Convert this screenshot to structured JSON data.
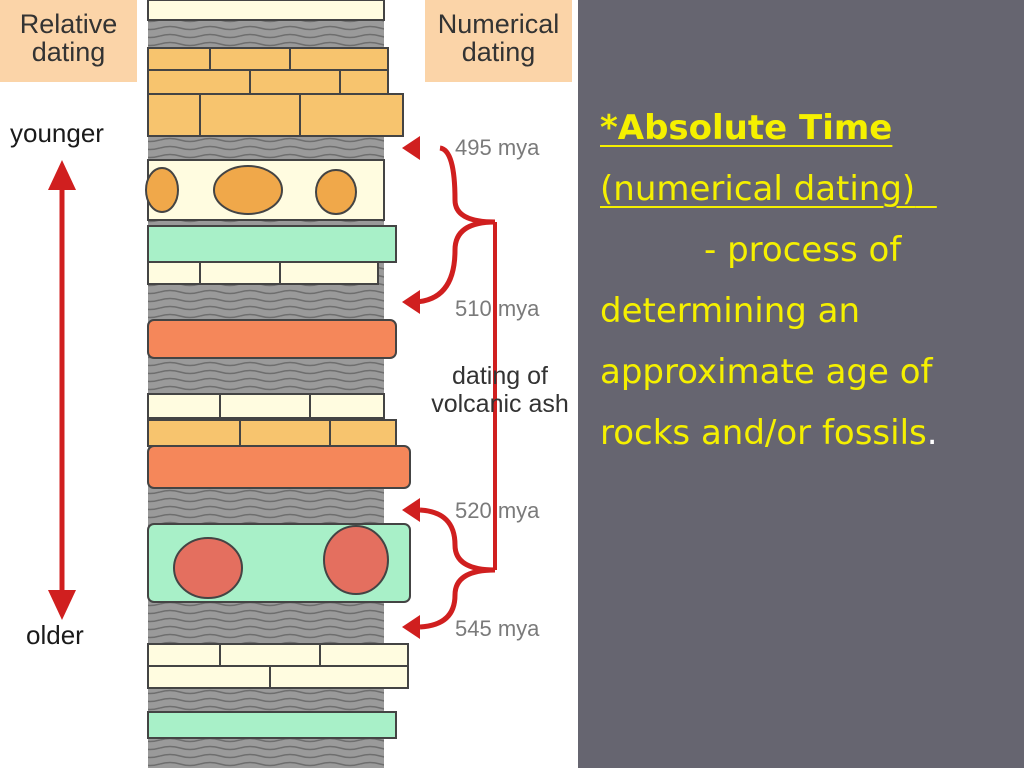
{
  "diagram": {
    "relative_label": [
      "Relative",
      "dating"
    ],
    "numerical_label": [
      "Numerical",
      "dating"
    ],
    "younger": "younger",
    "older": "older",
    "ages": [
      "495 mya",
      "510 mya",
      "520 mya",
      "545 mya"
    ],
    "dating_label": [
      "dating of",
      "volcanic ash"
    ],
    "colors": {
      "arrow": "#d01f1f",
      "label_bg": "#fbd4a8",
      "sandstone": "#f7c46e",
      "limestone": "#fffce0",
      "shale": "#8c8c8c",
      "green_layer": "#a8f0c8",
      "ash_layer": "#f5875a",
      "trilobite": "#e46f5f"
    }
  },
  "text": {
    "title": "*Absolute Time",
    "subtitle": "(numerical dating)",
    "line1": "- process of",
    "line2": "determining an",
    "line3": "approximate age of",
    "line4": "rocks and/or fossils",
    "period": "."
  },
  "panel_color": "#666570",
  "text_color": "#f5f000"
}
